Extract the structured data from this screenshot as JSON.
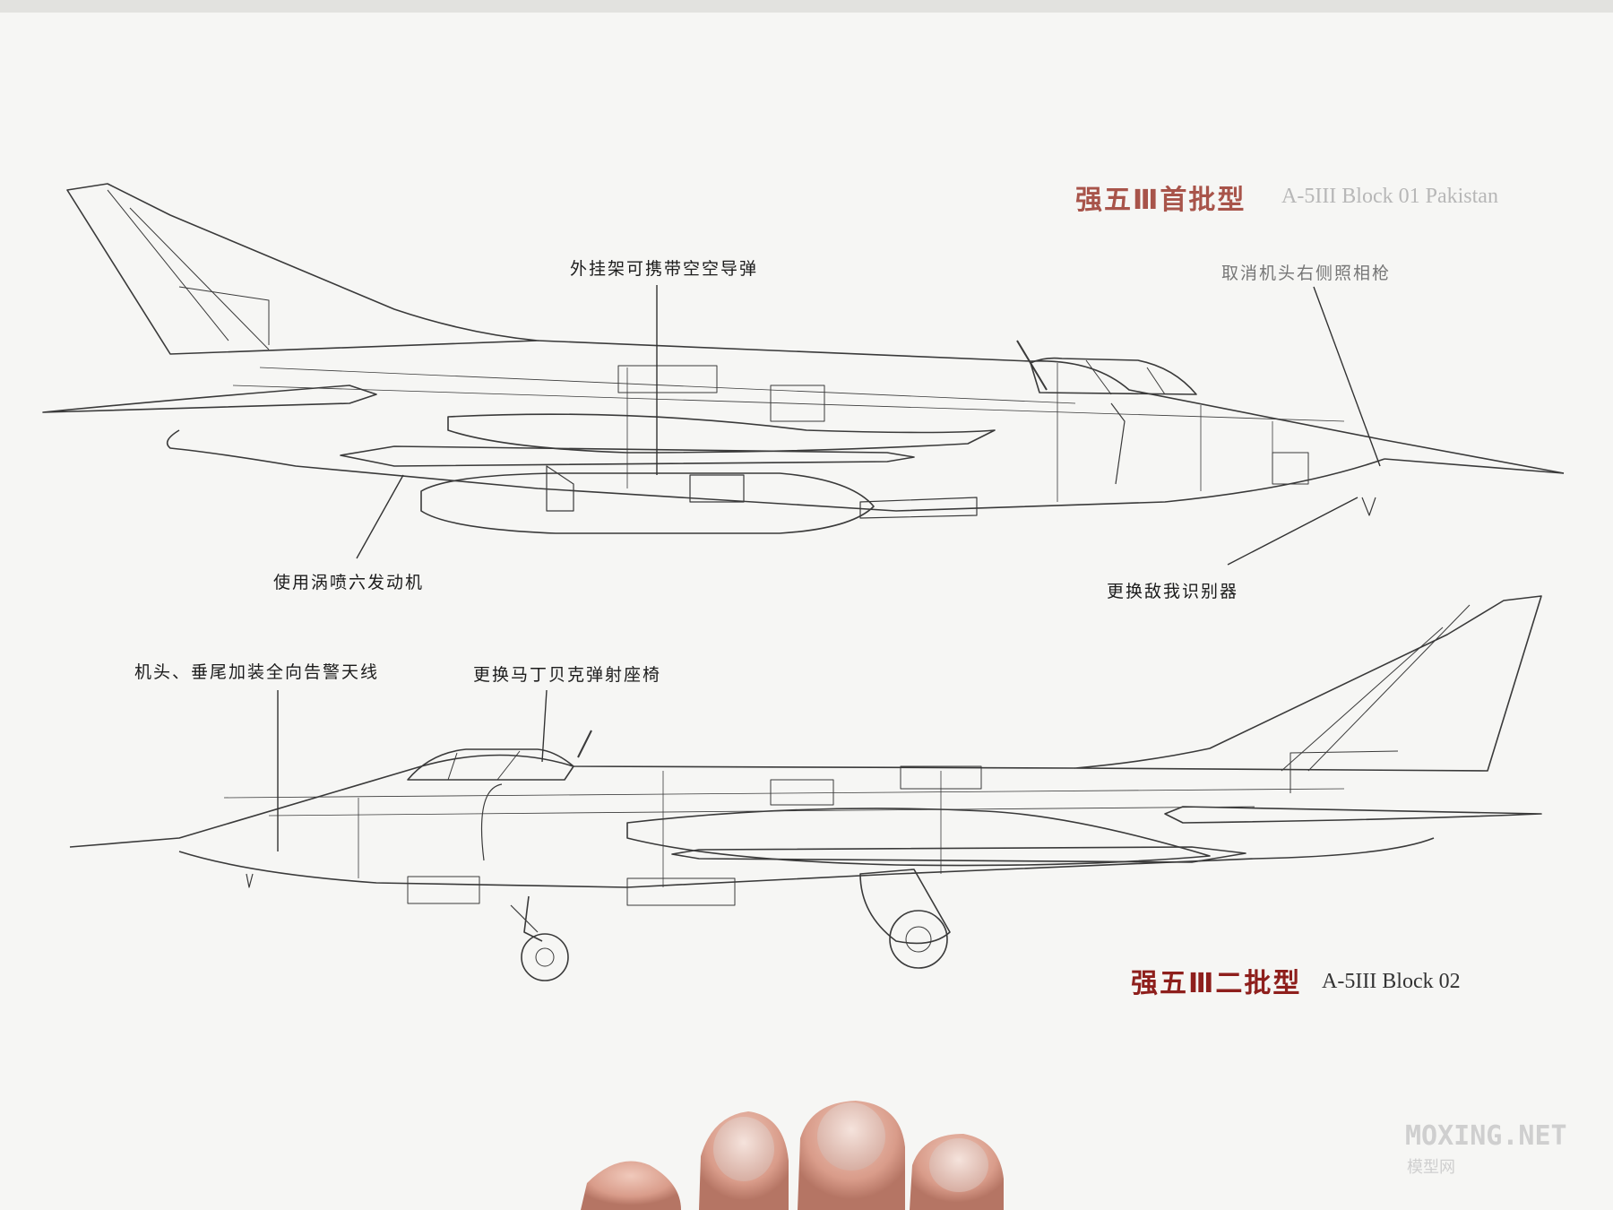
{
  "aircraft_top": {
    "title_cn": "强五Ⅲ首批型",
    "title_en": "A-5III Block 01 Pakistan",
    "annotations": {
      "missile": "外挂架可携带空空导弹",
      "camera": "取消机头右侧照相枪",
      "engine": "使用涡喷六发动机",
      "iff": "更换敌我识别器"
    }
  },
  "aircraft_bottom": {
    "title_cn": "强五Ⅲ二批型",
    "title_en": "A-5III Block 02",
    "annotations": {
      "rwr": "机头、垂尾加装全向告警天线",
      "seat": "更换马丁贝克弹射座椅"
    }
  },
  "watermark": {
    "main": "MOXING.NET",
    "sub": "模型网"
  },
  "colors": {
    "paper": "#f7f7f5",
    "line": "#3a3a3a",
    "title_cn_top": "#a8544a",
    "title_cn_bottom": "#8e1f1c",
    "skin": "#d8a090"
  }
}
